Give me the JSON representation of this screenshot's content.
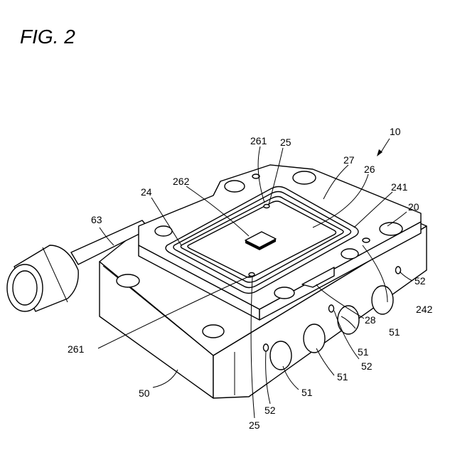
{
  "figure": {
    "title": "FIG. 2"
  },
  "labels": {
    "l10": "10",
    "l261a": "261",
    "l25a": "25",
    "l27": "27",
    "l26": "26",
    "l262": "262",
    "l24": "24",
    "l241": "241",
    "l20": "20",
    "l63": "63",
    "l52a": "52",
    "l242": "242",
    "l28": "28",
    "l51a": "51",
    "l51b": "51",
    "l52b": "52",
    "l261b": "261",
    "l51c": "51",
    "l50": "50",
    "l51d": "51",
    "l52c": "52",
    "l25b": "25"
  }
}
